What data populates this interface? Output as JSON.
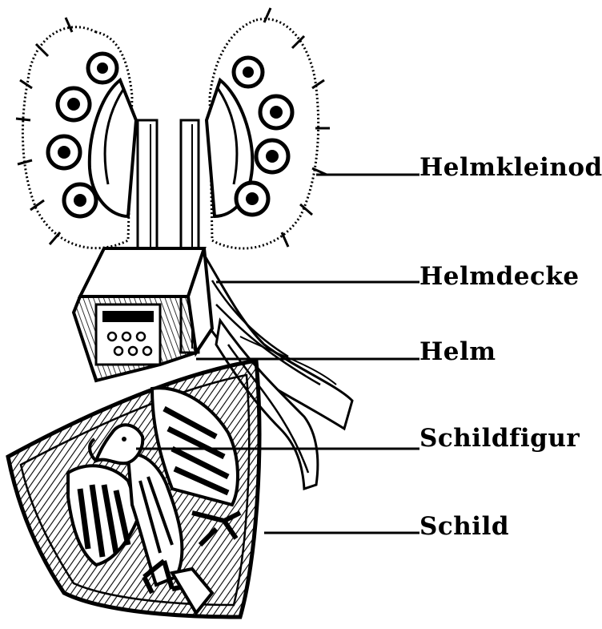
{
  "labels": [
    {
      "id": "crest",
      "text": "Helmkleinod"
    },
    {
      "id": "mantling",
      "text": "Helmdecke"
    },
    {
      "id": "helmet",
      "text": "Helm"
    },
    {
      "id": "charge",
      "text": "Schildfigur"
    },
    {
      "id": "shield",
      "text": "Schild"
    }
  ],
  "colors": {
    "ink": "#000000",
    "paper": "#ffffff"
  }
}
